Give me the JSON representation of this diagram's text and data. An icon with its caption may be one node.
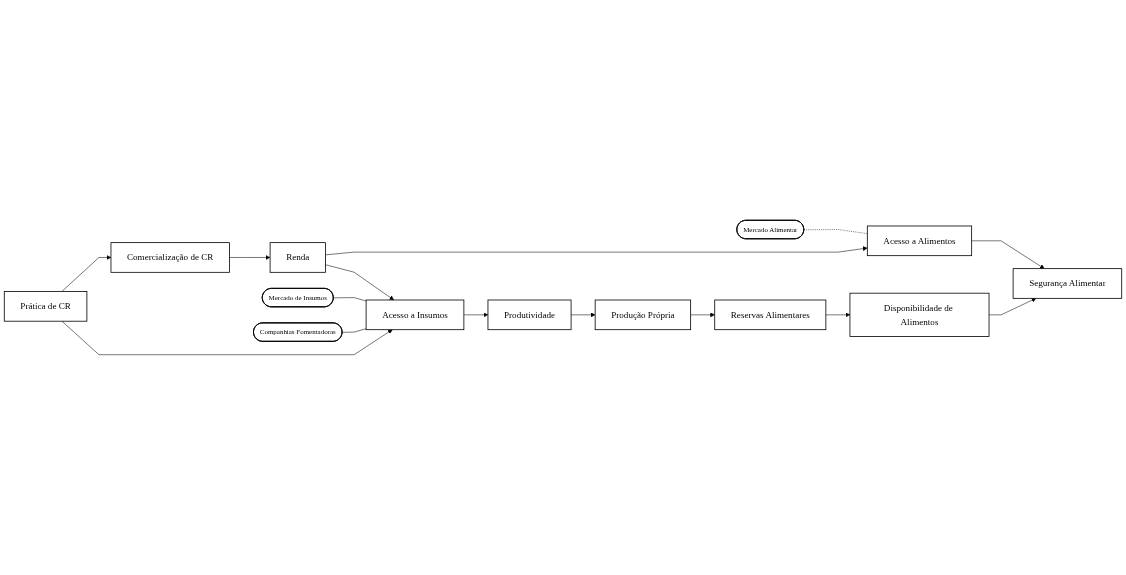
{
  "diagram": {
    "nodes": [
      {
        "text": [
          "Prática de CR"
        ]
      },
      {
        "text": [
          "Comercialização de CR"
        ]
      },
      {
        "text": [
          "Renda"
        ]
      },
      {
        "text": [
          "Acesso a Alimentos"
        ]
      },
      {
        "text": [
          "Mercado Alimentar"
        ]
      },
      {
        "text": [
          "Mercado de Insumos"
        ]
      },
      {
        "text": [
          "Acesso a Insumos"
        ]
      },
      {
        "text": [
          "Companhias Fomentadoras"
        ]
      },
      {
        "text": [
          "Produtividade"
        ]
      },
      {
        "text": [
          "Segurança Alimentar"
        ]
      },
      {
        "text": [
          "Produção Própria"
        ]
      },
      {
        "text": [
          "Reservas Alimentares"
        ]
      },
      {
        "text": [
          "Disponibilidade de Alimentos"
        ]
      }
    ],
    "edges": [
      {
        "from": 0,
        "to": 1,
        "arrow": "to"
      },
      {
        "from": 1,
        "to": 2,
        "arrow": "to"
      },
      {
        "from": 0,
        "to": 6,
        "arrow": "to"
      },
      {
        "from": 2,
        "to": 3,
        "arrow": "to"
      },
      {
        "from": 2,
        "to": 6,
        "arrow": "to"
      },
      {
        "from": 4,
        "to": 3,
        "arrow": "none",
        "style": "dashed"
      },
      {
        "from": 5,
        "to": 6,
        "arrow": "none"
      },
      {
        "from": 7,
        "to": 6,
        "arrow": "none"
      },
      {
        "from": 3,
        "to": 9,
        "arrow": "to"
      },
      {
        "from": 6,
        "to": 8,
        "arrow": "to"
      },
      {
        "from": 8,
        "to": 10,
        "arrow": "to"
      },
      {
        "from": 10,
        "to": 11,
        "arrow": "to"
      },
      {
        "from": 11,
        "to": 12,
        "arrow": "to"
      },
      {
        "from": 12,
        "to": 9,
        "arrow": "to"
      }
    ]
  }
}
